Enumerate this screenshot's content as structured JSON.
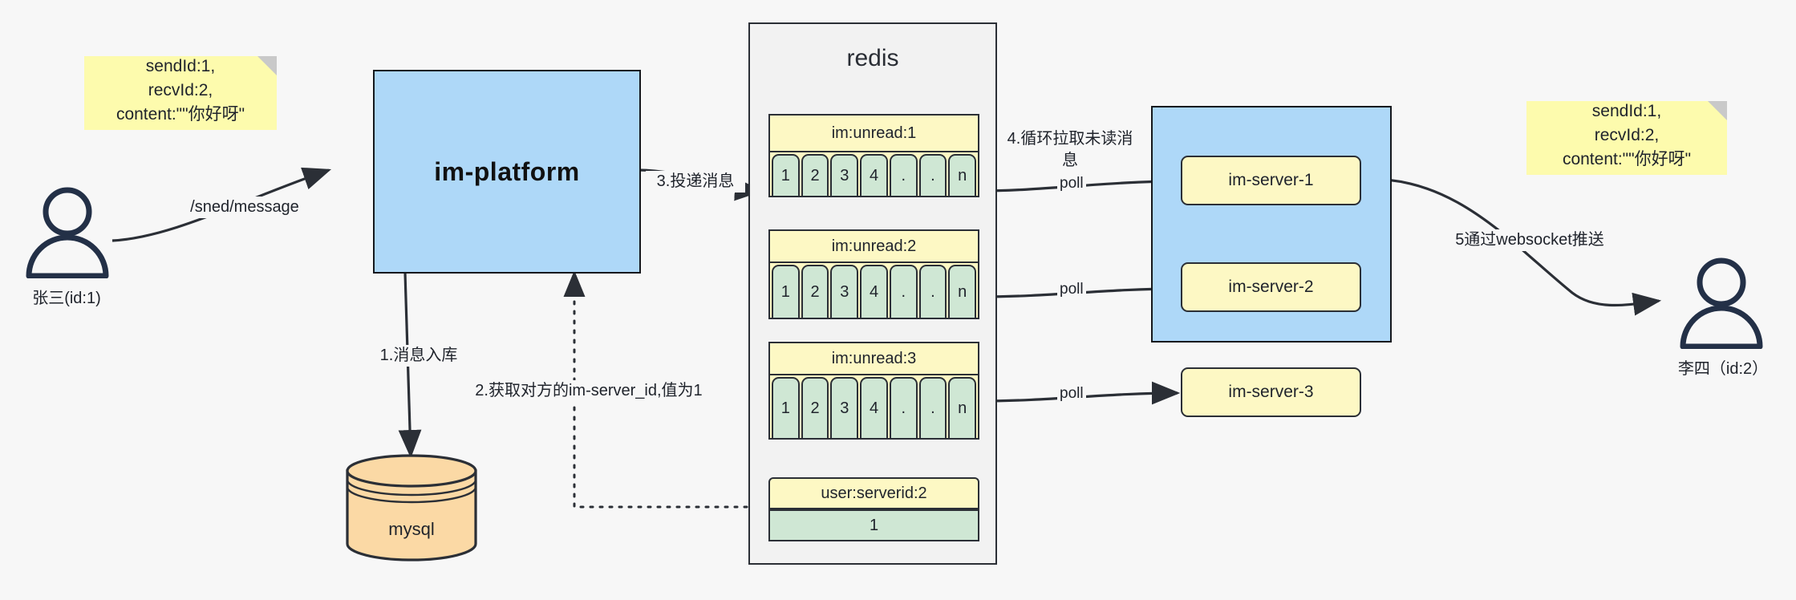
{
  "diagram": {
    "title": "IM message flow architecture",
    "colors": {
      "background": "#f7f7f7",
      "note_yellow": "#fdfbad",
      "box_blue": "#aed8f8",
      "key_yellow": "#fdf8c4",
      "cell_green": "#cfe7d4",
      "db_orange": "#fbd9a5",
      "stroke": "#2b2f36"
    }
  },
  "notes": {
    "left": "sendId:1,\nrecvId:2,\ncontent:\"\"你好呀\"",
    "right": "sendId:1,\nrecvId:2,\ncontent:\"\"你好呀\""
  },
  "actors": {
    "sender": {
      "label": "张三(id:1)",
      "icon": "user-icon"
    },
    "receiver": {
      "label": "李四（id:2）",
      "icon": "user-icon"
    }
  },
  "platform": {
    "label": "im-platform"
  },
  "database": {
    "label": "mysql",
    "icon": "cylinder-icon"
  },
  "redis": {
    "title": "redis",
    "keys": [
      {
        "name": "im:unread:1",
        "cells": [
          "1",
          "2",
          "3",
          "4",
          ".",
          ".",
          "n"
        ]
      },
      {
        "name": "im:unread:2",
        "cells": [
          "1",
          "2",
          "3",
          "4",
          ".",
          ".",
          "n"
        ]
      },
      {
        "name": "im:unread:3",
        "cells": [
          "1",
          "2",
          "3",
          "4",
          ".",
          ".",
          "n"
        ]
      }
    ],
    "user_server": {
      "name": "user:serverid:2",
      "value": "1"
    }
  },
  "servers": {
    "items": [
      {
        "label": "im-server-1"
      },
      {
        "label": "im-server-2"
      },
      {
        "label": "im-server-3"
      }
    ]
  },
  "edges": {
    "send_message": "/sned/message",
    "step1": "1.消息入库",
    "step2": "2.获取对方的im-server_id,值为1",
    "step3": "3.投递消息",
    "step4": "4.循环拉取未读消\n息",
    "step5": "5通过websocket推送",
    "poll1": "poll",
    "poll2": "poll",
    "poll3": "poll"
  }
}
